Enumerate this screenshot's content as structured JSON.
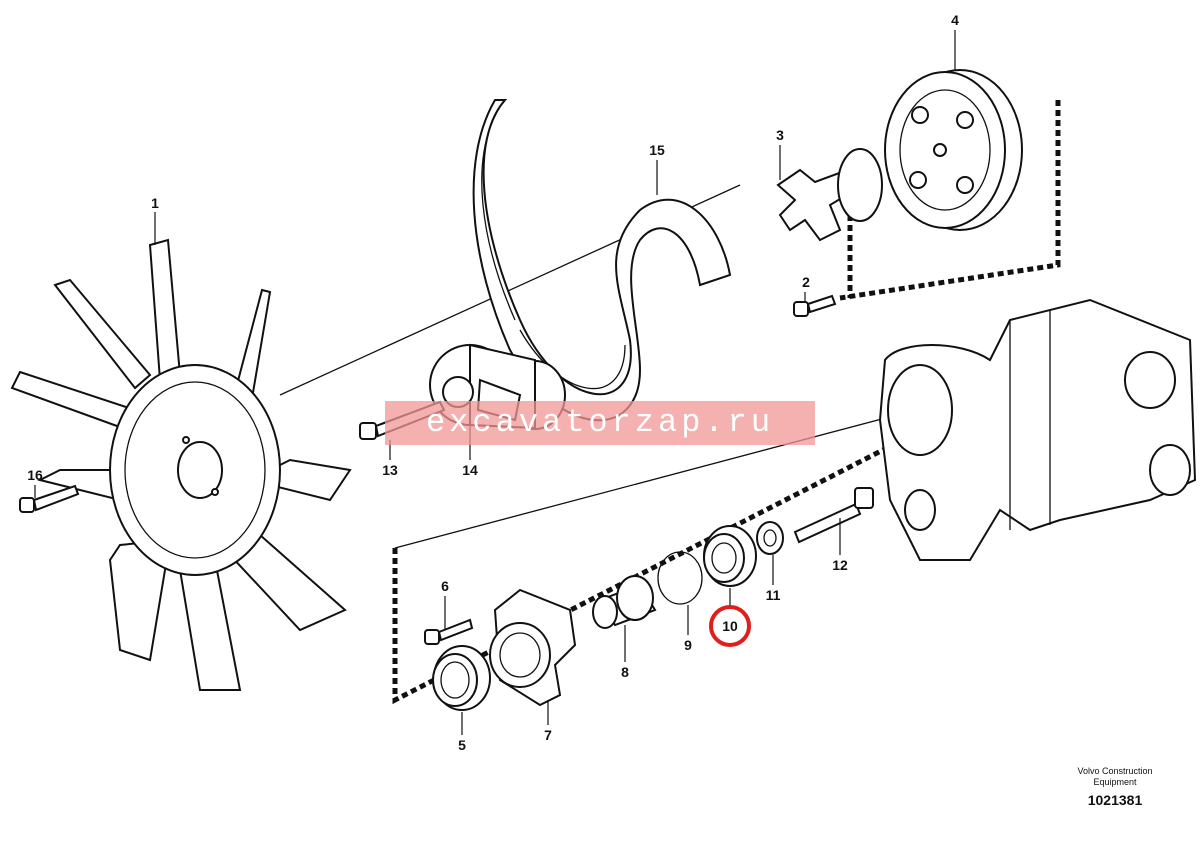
{
  "diagram": {
    "labels": [
      "1",
      "2",
      "3",
      "4",
      "5",
      "6",
      "7",
      "8",
      "9",
      "10",
      "11",
      "12",
      "13",
      "14",
      "15",
      "16"
    ],
    "highlighted_label": "10",
    "highlight_color": "#e01e1e",
    "watermark": "excavatorzap.ru",
    "watermark_color": "#f29696",
    "brand_line1": "Volvo Construction",
    "brand_line2": "Equipment",
    "reference_number": "1021381"
  }
}
